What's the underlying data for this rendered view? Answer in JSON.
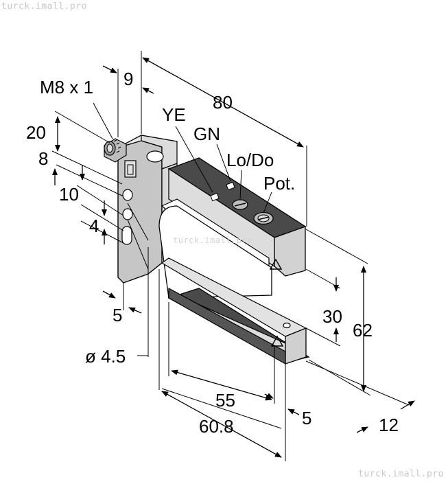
{
  "watermark": "turck.imall.pro",
  "labels": {
    "thread": "M8 x 1",
    "d9": "9",
    "d80": "80",
    "ye": "YE",
    "gn": "GN",
    "lodo": "Lo/Do",
    "pot": "Pot.",
    "d20": "20",
    "d8": "8",
    "d10": "10",
    "d4": "4",
    "d5_left": "5",
    "d30": "30",
    "d62": "62",
    "hole": "ø 4.5",
    "d55": "55",
    "d5_bottom": "5",
    "d60_8": "60.8",
    "d12": "12"
  },
  "colors": {
    "body_light": "#e6e6e6",
    "body_mid": "#c8c8c8",
    "body_dark": "#9a9a9a",
    "panel_dark": "#4a4a4a",
    "stroke": "#000000"
  }
}
